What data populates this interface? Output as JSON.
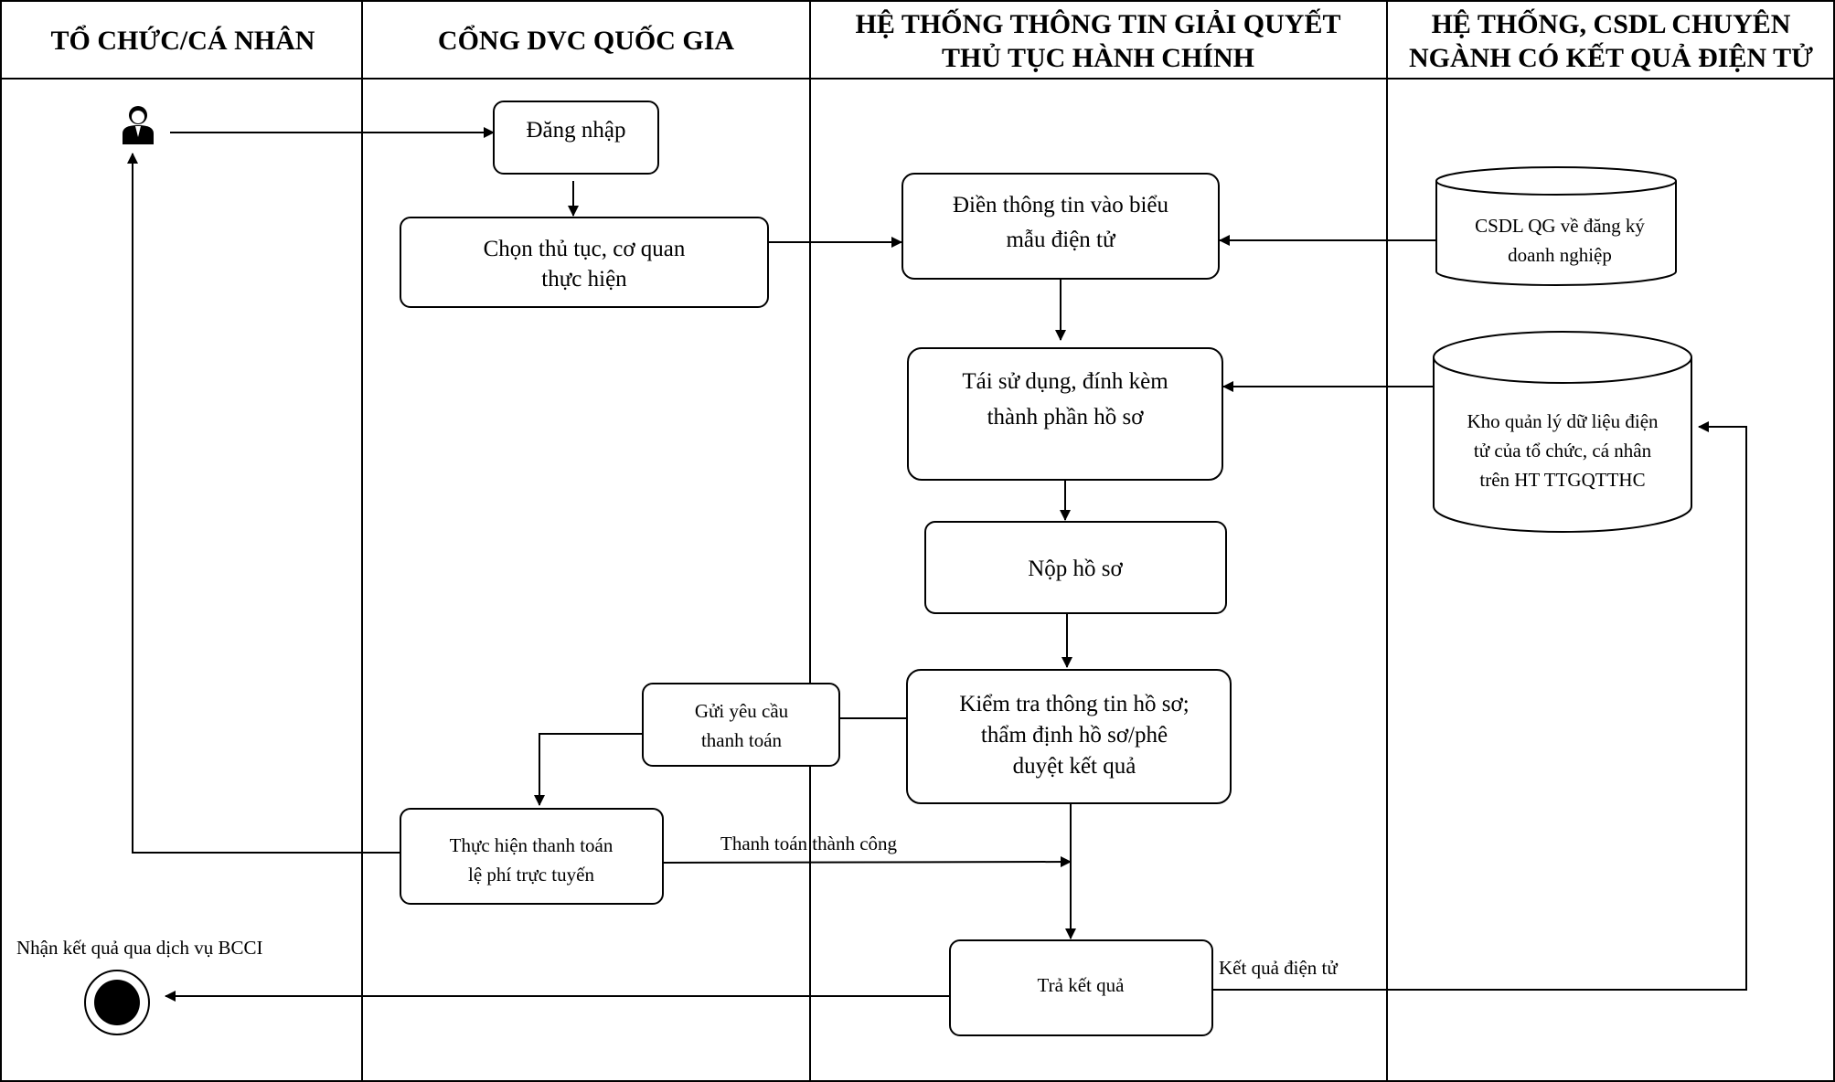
{
  "lanes": {
    "individual": "TỔ CHỨC/CÁ NHÂN",
    "portal": "CỔNG DVC QUỐC GIA",
    "system_line1": "HỆ THỐNG THÔNG TIN GIẢI QUYẾT",
    "system_line2": "THỦ TỤC HÀNH CHÍNH",
    "database_line1": "HỆ THỐNG, CSDL CHUYÊN",
    "database_line2": "NGÀNH CÓ KẾT QUẢ ĐIỆN TỬ"
  },
  "nodes": {
    "login": "Đăng nhập",
    "choose_line1": "Chọn thủ tục, cơ quan",
    "choose_line2": "thực hiện",
    "fill_line1": "Điền thông tin vào biểu",
    "fill_line2": "mẫu điện tử",
    "reuse_line1": "Tái sử dụng, đính kèm",
    "reuse_line2": "thành phần hồ sơ",
    "submit": "Nộp hồ sơ",
    "check_line1": "Kiểm tra thông tin hồ sơ;",
    "check_line2": "thẩm định hồ sơ/phê",
    "check_line3": "duyệt kết quả",
    "payment_request_line1": "Gửi yêu cầu",
    "payment_request_line2": "thanh toán",
    "pay_line1": "Thực hiện thanh toán",
    "pay_line2": "lệ phí trực tuyến",
    "result": "Trả kết quả",
    "csdl_line1": "CSDL QG về đăng ký",
    "csdl_line2": "doanh nghiệp",
    "kho_line1": "Kho quản lý dữ liệu điện",
    "kho_line2": "tử của tổ chức, cá nhân",
    "kho_line3": "trên HT TTGQTTHC",
    "end_label": "Nhận kết quả qua dịch vụ BCCI"
  },
  "edges": {
    "payment_success": "Thanh toán thành công",
    "electronic_result": "Kết quả điện tử"
  },
  "icons": {
    "actor": "person-icon",
    "end": "end-node-icon"
  }
}
